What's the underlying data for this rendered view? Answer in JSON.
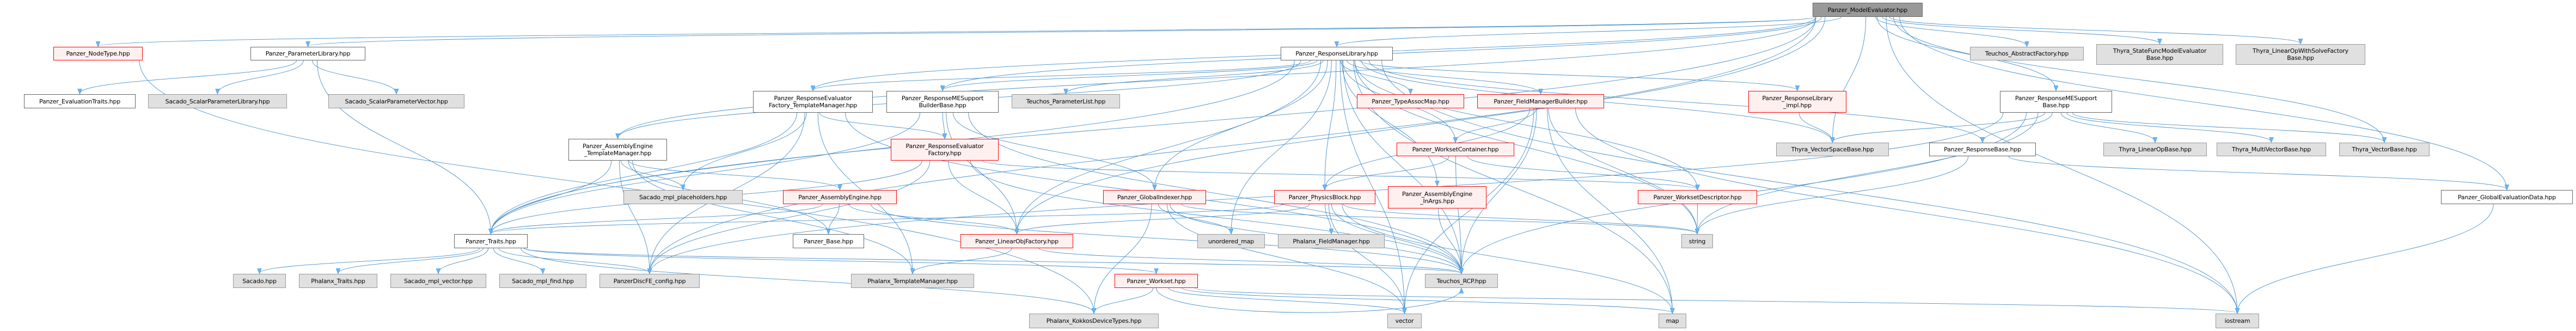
{
  "colors": {
    "edge": "#4a90c8",
    "arrow": "#63b8ff",
    "gray_fill": "#e0e0e0",
    "red_border": "#ff0000",
    "root_fill": "#999999"
  },
  "nodes": [
    {
      "id": "root",
      "label": "Panzer_ModelEvaluator.hpp",
      "kind": "root"
    },
    {
      "id": "nodetype",
      "label": "Panzer_NodeType.hpp",
      "kind": "red"
    },
    {
      "id": "paramlib",
      "label": "Panzer_ParameterLibrary.hpp",
      "kind": "white"
    },
    {
      "id": "evaltraits",
      "label": "Panzer_EvaluationTraits.hpp",
      "kind": "white"
    },
    {
      "id": "sacado_splib",
      "label": "Sacado_ScalarParameterLibrary.hpp",
      "kind": "gray"
    },
    {
      "id": "sacado_spvec",
      "label": "Sacado_ScalarParameterVector.hpp",
      "kind": "gray"
    },
    {
      "id": "sacado",
      "label": "Sacado.hpp",
      "kind": "gray"
    },
    {
      "id": "phx_traits",
      "label": "Phalanx_Traits.hpp",
      "kind": "gray"
    },
    {
      "id": "mpl_vector",
      "label": "Sacado_mpl_vector.hpp",
      "kind": "gray"
    },
    {
      "id": "mpl_find",
      "label": "Sacado_mpl_find.hpp",
      "kind": "gray"
    },
    {
      "id": "discfe",
      "label": "PanzerDiscFE_config.hpp",
      "kind": "gray"
    },
    {
      "id": "traits",
      "label": "Panzer_Traits.hpp",
      "kind": "white"
    },
    {
      "id": "ae_tm",
      "label": "Panzer_AssemblyEngine\n_TemplateManager.hpp",
      "kind": "white"
    },
    {
      "id": "mpl_ph",
      "label": "Sacado_mpl_placeholders.hpp",
      "kind": "gray"
    },
    {
      "id": "ae",
      "label": "Panzer_AssemblyEngine.hpp",
      "kind": "red"
    },
    {
      "id": "base",
      "label": "Panzer_Base.hpp",
      "kind": "white"
    },
    {
      "id": "retm",
      "label": "Panzer_ResponseEvaluator\nFactory_TemplateManager.hpp",
      "kind": "white"
    },
    {
      "id": "phx_tm",
      "label": "Phalanx_TemplateManager.hpp",
      "kind": "gray"
    },
    {
      "id": "rmesbb",
      "label": "Panzer_ResponseMESupport\nBuilderBase.hpp",
      "kind": "white"
    },
    {
      "id": "teuchos_pl",
      "label": "Teuchos_ParameterList.hpp",
      "kind": "gray"
    },
    {
      "id": "ref",
      "label": "Panzer_ResponseEvaluator\nFactory.hpp",
      "kind": "red"
    },
    {
      "id": "gi",
      "label": "Panzer_GlobalIndexer.hpp",
      "kind": "red"
    },
    {
      "id": "lof",
      "label": "Panzer_LinearObjFactory.hpp",
      "kind": "red"
    },
    {
      "id": "umap",
      "label": "unordered_map",
      "kind": "gray"
    },
    {
      "id": "phx_fm",
      "label": "Phalanx_FieldManager.hpp",
      "kind": "gray"
    },
    {
      "id": "workset",
      "label": "Panzer_Workset.hpp",
      "kind": "red"
    },
    {
      "id": "kokkos",
      "label": "Phalanx_KokkosDeviceTypes.hpp",
      "kind": "gray"
    },
    {
      "id": "resplib",
      "label": "Panzer_ResponseLibrary.hpp",
      "kind": "white"
    },
    {
      "id": "pb",
      "label": "Panzer_PhysicsBlock.hpp",
      "kind": "red"
    },
    {
      "id": "tam",
      "label": "Panzer_TypeAssocMap.hpp",
      "kind": "red"
    },
    {
      "id": "fmb",
      "label": "Panzer_FieldManagerBuilder.hpp",
      "kind": "red"
    },
    {
      "id": "wc",
      "label": "Panzer_WorksetContainer.hpp",
      "kind": "red"
    },
    {
      "id": "ae_inargs",
      "label": "Panzer_AssemblyEngine\n_InArgs.hpp",
      "kind": "red"
    },
    {
      "id": "wd",
      "label": "Panzer_WorksetDescriptor.hpp",
      "kind": "red"
    },
    {
      "id": "string",
      "label": "string",
      "kind": "gray"
    },
    {
      "id": "rcp",
      "label": "Teuchos_RCP.hpp",
      "kind": "gray"
    },
    {
      "id": "vector",
      "label": "vector",
      "kind": "gray"
    },
    {
      "id": "map",
      "label": "map",
      "kind": "gray"
    },
    {
      "id": "absfac",
      "label": "Teuchos_AbstractFactory.hpp",
      "kind": "gray"
    },
    {
      "id": "statefunc",
      "label": "Thyra_StateFuncModelEvaluator\nBase.hpp",
      "kind": "gray"
    },
    {
      "id": "resplib_impl",
      "label": "Panzer_ResponseLibrary\n_impl.hpp",
      "kind": "red"
    },
    {
      "id": "vsb",
      "label": "Thyra_VectorSpaceBase.hpp",
      "kind": "gray"
    },
    {
      "id": "respbase",
      "label": "Panzer_ResponseBase.hpp",
      "kind": "white"
    },
    {
      "id": "rmesb",
      "label": "Panzer_ResponseMESupport\nBase.hpp",
      "kind": "white"
    },
    {
      "id": "lob",
      "label": "Thyra_LinearOpBase.hpp",
      "kind": "gray"
    },
    {
      "id": "lowsfb",
      "label": "Thyra_LinearOpWithSolveFactory\nBase.hpp",
      "kind": "gray"
    },
    {
      "id": "mvb",
      "label": "Thyra_MultiVectorBase.hpp",
      "kind": "gray"
    },
    {
      "id": "vb",
      "label": "Thyra_VectorBase.hpp",
      "kind": "gray"
    },
    {
      "id": "ged",
      "label": "Panzer_GlobalEvaluationData.hpp",
      "kind": "white"
    },
    {
      "id": "iostream",
      "label": "iostream",
      "kind": "gray"
    }
  ],
  "edges": [
    [
      "root",
      "nodetype"
    ],
    [
      "root",
      "paramlib"
    ],
    [
      "root",
      "resplib"
    ],
    [
      "root",
      "retm"
    ],
    [
      "root",
      "rmesbb"
    ],
    [
      "root",
      "ae_tm"
    ],
    [
      "root",
      "traits"
    ],
    [
      "root",
      "discfe"
    ],
    [
      "root",
      "absfac"
    ],
    [
      "root",
      "statefunc"
    ],
    [
      "root",
      "lowsfb"
    ],
    [
      "root",
      "rmesb"
    ],
    [
      "root",
      "vsb"
    ],
    [
      "root",
      "vb"
    ],
    [
      "root",
      "ged"
    ],
    [
      "root",
      "iostream"
    ],
    [
      "root",
      "lof"
    ],
    [
      "nodetype",
      "kokkos"
    ],
    [
      "paramlib",
      "evaltraits"
    ],
    [
      "paramlib",
      "sacado_splib"
    ],
    [
      "paramlib",
      "sacado_spvec"
    ],
    [
      "paramlib",
      "traits"
    ],
    [
      "resplib",
      "rmesbb"
    ],
    [
      "resplib",
      "retm"
    ],
    [
      "resplib",
      "teuchos_pl"
    ],
    [
      "resplib",
      "tam"
    ],
    [
      "resplib",
      "fmb"
    ],
    [
      "resplib",
      "wc"
    ],
    [
      "resplib",
      "ae_inargs"
    ],
    [
      "resplib",
      "pb"
    ],
    [
      "resplib",
      "gi"
    ],
    [
      "resplib",
      "lof"
    ],
    [
      "resplib",
      "ae_tm"
    ],
    [
      "resplib",
      "resplib_impl"
    ],
    [
      "resplib",
      "respbase"
    ],
    [
      "resplib",
      "wd"
    ],
    [
      "resplib",
      "string"
    ],
    [
      "resplib",
      "rcp"
    ],
    [
      "resplib",
      "vector"
    ],
    [
      "resplib",
      "map"
    ],
    [
      "resplib",
      "umap"
    ],
    [
      "resplib",
      "traits"
    ],
    [
      "resplib",
      "vsb"
    ],
    [
      "resplib",
      "iostream"
    ],
    [
      "retm",
      "mpl_ph"
    ],
    [
      "retm",
      "traits"
    ],
    [
      "retm",
      "ref"
    ],
    [
      "retm",
      "phx_tm"
    ],
    [
      "retm",
      "discfe"
    ],
    [
      "retm",
      "rcp"
    ],
    [
      "rmesbb",
      "ref"
    ],
    [
      "rmesbb",
      "lof"
    ],
    [
      "rmesbb",
      "gi"
    ],
    [
      "rmesbb",
      "rcp"
    ],
    [
      "rmesbb",
      "traits"
    ],
    [
      "ae_tm",
      "traits"
    ],
    [
      "ae_tm",
      "mpl_ph"
    ],
    [
      "ae_tm",
      "ae"
    ],
    [
      "ae_tm",
      "base"
    ],
    [
      "ae_tm",
      "phx_tm"
    ],
    [
      "ae_tm",
      "discfe"
    ],
    [
      "ae",
      "traits"
    ],
    [
      "ae",
      "base"
    ],
    [
      "ae",
      "lof"
    ],
    [
      "ae",
      "rcp"
    ],
    [
      "ref",
      "traits"
    ],
    [
      "ref",
      "lof"
    ],
    [
      "ref",
      "rcp"
    ],
    [
      "ref",
      "wd"
    ],
    [
      "ref",
      "discfe"
    ],
    [
      "traits",
      "sacado"
    ],
    [
      "traits",
      "phx_traits"
    ],
    [
      "traits",
      "mpl_vector"
    ],
    [
      "traits",
      "mpl_find"
    ],
    [
      "traits",
      "discfe"
    ],
    [
      "traits",
      "workset"
    ],
    [
      "traits",
      "rcp"
    ],
    [
      "traits",
      "kokkos"
    ],
    [
      "gi",
      "unordered_map"
    ],
    [
      "gi",
      "umap"
    ],
    [
      "gi",
      "kokkos"
    ],
    [
      "gi",
      "rcp"
    ],
    [
      "gi",
      "vector"
    ],
    [
      "gi",
      "string"
    ],
    [
      "lof",
      "phx_tm"
    ],
    [
      "lof",
      "rcp"
    ],
    [
      "workset",
      "kokkos"
    ],
    [
      "workset",
      "vector"
    ],
    [
      "workset",
      "map"
    ],
    [
      "workset",
      "iostream"
    ],
    [
      "workset",
      "rcp"
    ],
    [
      "fmb",
      "wc"
    ],
    [
      "fmb",
      "pb"
    ],
    [
      "fmb",
      "rcp"
    ],
    [
      "fmb",
      "vector"
    ],
    [
      "fmb",
      "map"
    ],
    [
      "fmb",
      "iostream"
    ],
    [
      "fmb",
      "string"
    ],
    [
      "wc",
      "pb"
    ],
    [
      "wc",
      "rcp"
    ],
    [
      "wc",
      "wd"
    ],
    [
      "pb",
      "phx_fm"
    ],
    [
      "pb",
      "traits"
    ],
    [
      "pb",
      "string"
    ],
    [
      "pb",
      "vector"
    ],
    [
      "pb",
      "map"
    ],
    [
      "pb",
      "rcp"
    ],
    [
      "pb",
      "lof"
    ],
    [
      "ae_inargs",
      "rcp"
    ],
    [
      "wd",
      "string"
    ],
    [
      "resplib_impl",
      "vsb"
    ],
    [
      "rmesb",
      "vsb"
    ],
    [
      "rmesb",
      "respbase"
    ],
    [
      "rmesb",
      "lob"
    ],
    [
      "rmesb",
      "mvb"
    ],
    [
      "rmesb",
      "vb"
    ],
    [
      "rmesb",
      "rcp"
    ],
    [
      "rmesb",
      "string"
    ],
    [
      "rmesb",
      "discfe"
    ],
    [
      "respbase",
      "ged"
    ],
    [
      "respbase",
      "string"
    ],
    [
      "ged",
      "iostream"
    ]
  ]
}
